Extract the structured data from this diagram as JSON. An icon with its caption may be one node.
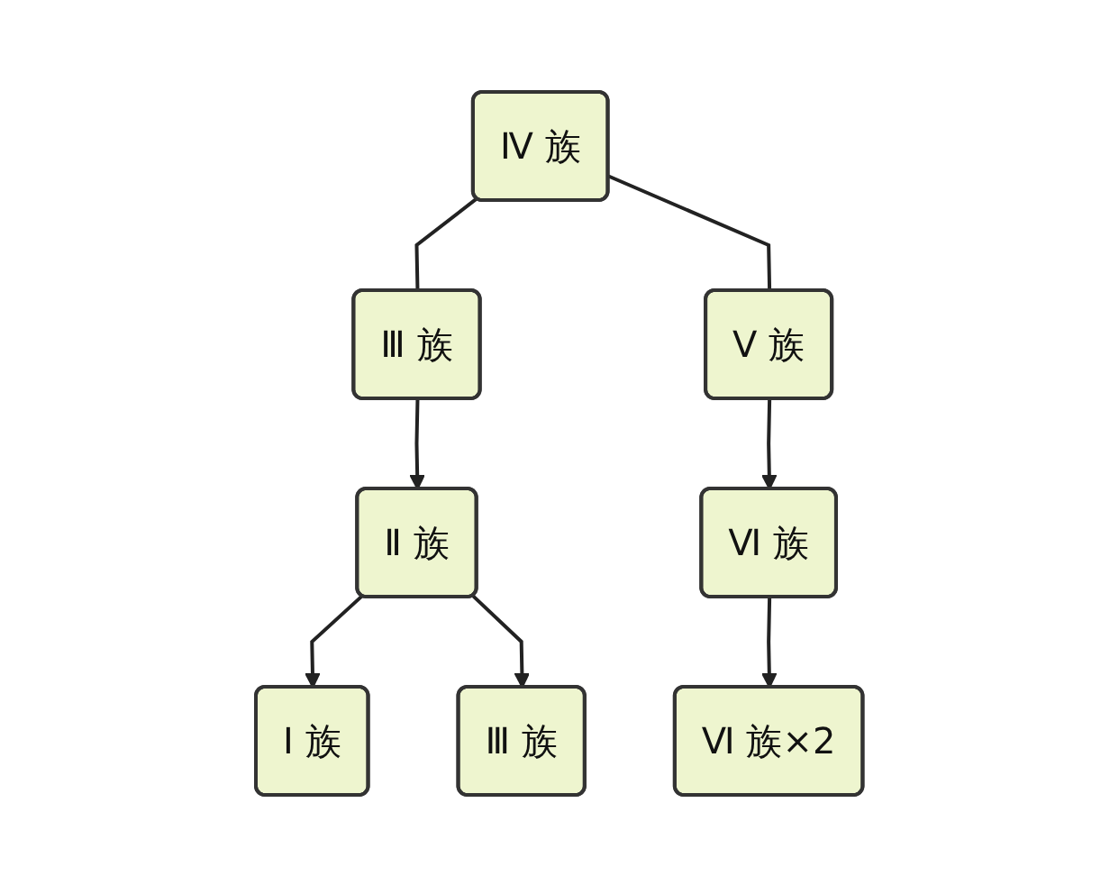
{
  "diagram": {
    "nodes": [
      {
        "text": [
          "Ⅳ 族"
        ]
      },
      {
        "text": [
          "Ⅲ 族"
        ]
      },
      {
        "text": [
          "Ⅴ 族"
        ]
      },
      {
        "text": [
          "Ⅱ 族"
        ]
      },
      {
        "text": [
          "Ⅵ 族"
        ]
      },
      {
        "text": [
          "Ⅰ 族"
        ]
      },
      {
        "text": [
          "Ⅲ 族"
        ]
      },
      {
        "text": [
          "Ⅵ 族×2"
        ]
      }
    ],
    "edges": [
      {
        "from": 0,
        "to": 1,
        "arrow": "none"
      },
      {
        "from": 0,
        "to": 2,
        "arrow": "none"
      },
      {
        "from": 1,
        "to": 3,
        "arrow": "to"
      },
      {
        "from": 2,
        "to": 4,
        "arrow": "to"
      },
      {
        "from": 3,
        "to": 5,
        "arrow": "to"
      },
      {
        "from": 3,
        "to": 6,
        "arrow": "to"
      },
      {
        "from": 4,
        "to": 7,
        "arrow": "to"
      }
    ]
  }
}
